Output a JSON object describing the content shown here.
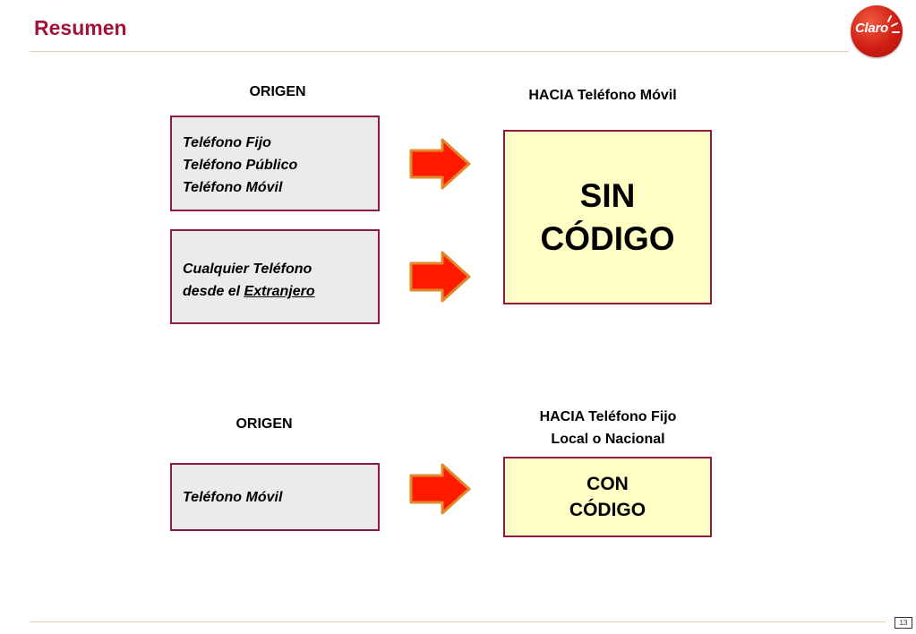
{
  "header": {
    "title": "Resumen",
    "logo_text": "Claro"
  },
  "footer": {
    "page_number": "13"
  },
  "section_top": {
    "origin_label": "ORIGEN",
    "dest_label": "HACIA Teléfono Móvil",
    "box1_lines": [
      "Teléfono Fijo",
      "Teléfono Público",
      "Teléfono Móvil"
    ],
    "box2_line1": "Cualquier Teléfono",
    "box2_line2_prefix": "desde el ",
    "box2_line2_underlined": "Extranjero",
    "result_lines": [
      "SIN",
      "CÓDIGO"
    ]
  },
  "section_bottom": {
    "origin_label": "ORIGEN",
    "dest_label_lines": [
      "HACIA Teléfono Fijo",
      "Local o Nacional"
    ],
    "box_line": "Teléfono Móvil",
    "result_lines": [
      "CON",
      "CÓDIGO"
    ]
  },
  "colors": {
    "title": "#a5123a",
    "box_border": "#8e1a3e",
    "source_fill": "#ebebeb",
    "result_fill": "#ffffc5",
    "arrow_fill": "#ff1a00",
    "arrow_outline": "#e08a2a",
    "logo": "#d01e14"
  },
  "icons": {
    "arrow": "right-arrow-icon",
    "logo": "claro-logo"
  }
}
